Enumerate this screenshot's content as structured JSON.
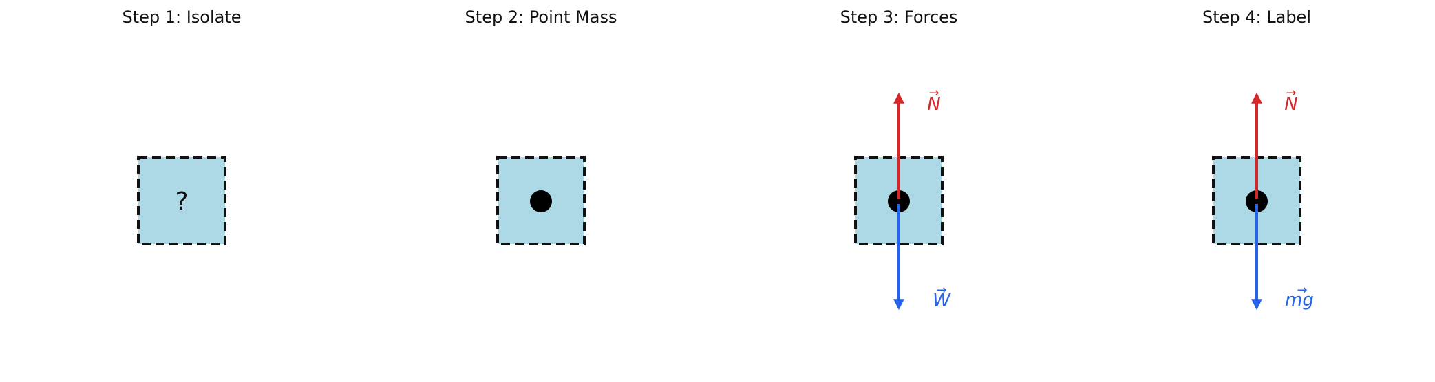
{
  "colors": {
    "box_fill": "#add8e6",
    "box_stroke": "#111111",
    "dot": "#000000",
    "normal_force": "#d62728",
    "weight_force": "#2563eb"
  },
  "steps": [
    {
      "title": "Step 1: Isolate",
      "center_symbol": "?",
      "show_dot": false,
      "forces": []
    },
    {
      "title": "Step 2: Point Mass",
      "center_symbol": "",
      "show_dot": true,
      "forces": []
    },
    {
      "title": "Step 3: Forces",
      "center_symbol": "",
      "show_dot": true,
      "forces": [
        {
          "direction": "up",
          "label": "N",
          "color": "#d62728"
        },
        {
          "direction": "down",
          "label": "W",
          "color": "#2563eb"
        }
      ]
    },
    {
      "title": "Step 4: Label",
      "center_symbol": "",
      "show_dot": true,
      "forces": [
        {
          "direction": "up",
          "label": "N",
          "color": "#d62728"
        },
        {
          "direction": "down",
          "label": "mg",
          "color": "#2563eb"
        }
      ]
    }
  ]
}
